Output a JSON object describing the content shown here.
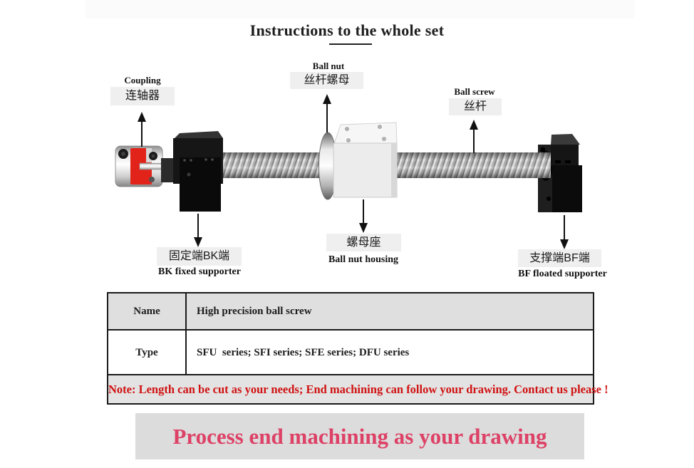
{
  "title": {
    "text": "Instructions to the whole set"
  },
  "diagram": {
    "callouts": {
      "coupling": {
        "en": "Coupling",
        "zh": "连轴器"
      },
      "ball_nut": {
        "en": "Ball nut",
        "zh": "丝杆螺母"
      },
      "ball_screw": {
        "en": "Ball screw",
        "zh": "丝杆"
      },
      "bk": {
        "en": "BK fixed supporter",
        "zh": "固定端BK端"
      },
      "housing": {
        "en": "Ball nut housing",
        "zh": "螺母座"
      },
      "bf": {
        "en": "BF floated supporter",
        "zh": "支撑端BF端"
      }
    },
    "colors": {
      "spider_red": "#e2231a",
      "label_box_bg": "#efefef",
      "support_black": "#121212",
      "screw_silver": "#d9d9d9"
    }
  },
  "table": {
    "rows": [
      {
        "label": "Name",
        "value": "High precision ball screw"
      },
      {
        "label": "Type",
        "value": "SFU  series; SFI series; SFE series; DFU series"
      }
    ],
    "note": "Note: Length can be cut as your needs; End machining can follow your drawing. Contact us please !",
    "note_color": "#d01212"
  },
  "banner": {
    "text": "Process end machining as your drawing",
    "text_color": "#dd4166",
    "bg": "#dcdcdc"
  }
}
